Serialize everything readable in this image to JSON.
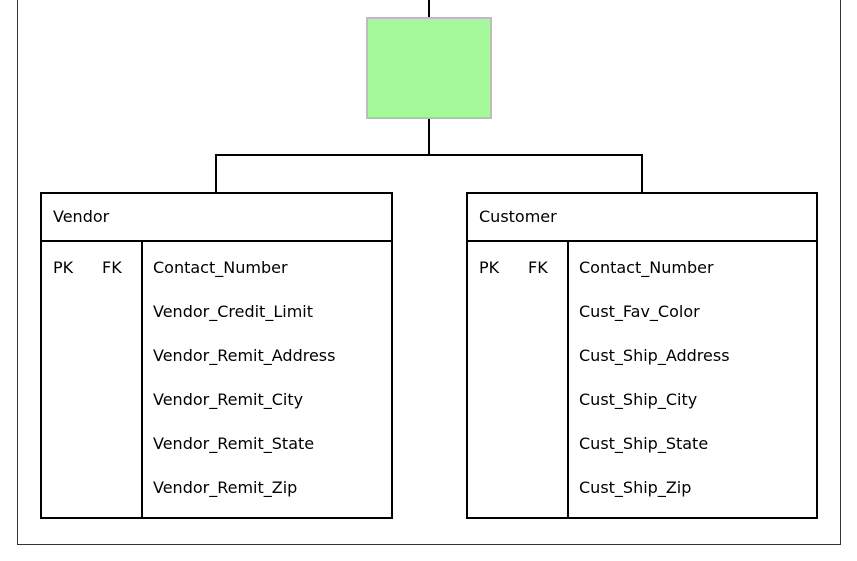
{
  "diagram": {
    "parent_box": {
      "color": "#a6f99a",
      "label": ""
    },
    "entities": [
      {
        "name": "Vendor",
        "keys": [
          "PK",
          "FK"
        ],
        "fields": [
          "Contact_Number",
          "Vendor_Credit_Limit",
          "Vendor_Remit_Address",
          "Vendor_Remit_City",
          "Vendor_Remit_State",
          "Vendor_Remit_Zip"
        ]
      },
      {
        "name": "Customer",
        "keys": [
          "PK",
          "FK"
        ],
        "fields": [
          "Contact_Number",
          "Cust_Fav_Color",
          "Cust_Ship_Address",
          "Cust_Ship_City",
          "Cust_Ship_State",
          "Cust_Ship_Zip"
        ]
      }
    ]
  }
}
